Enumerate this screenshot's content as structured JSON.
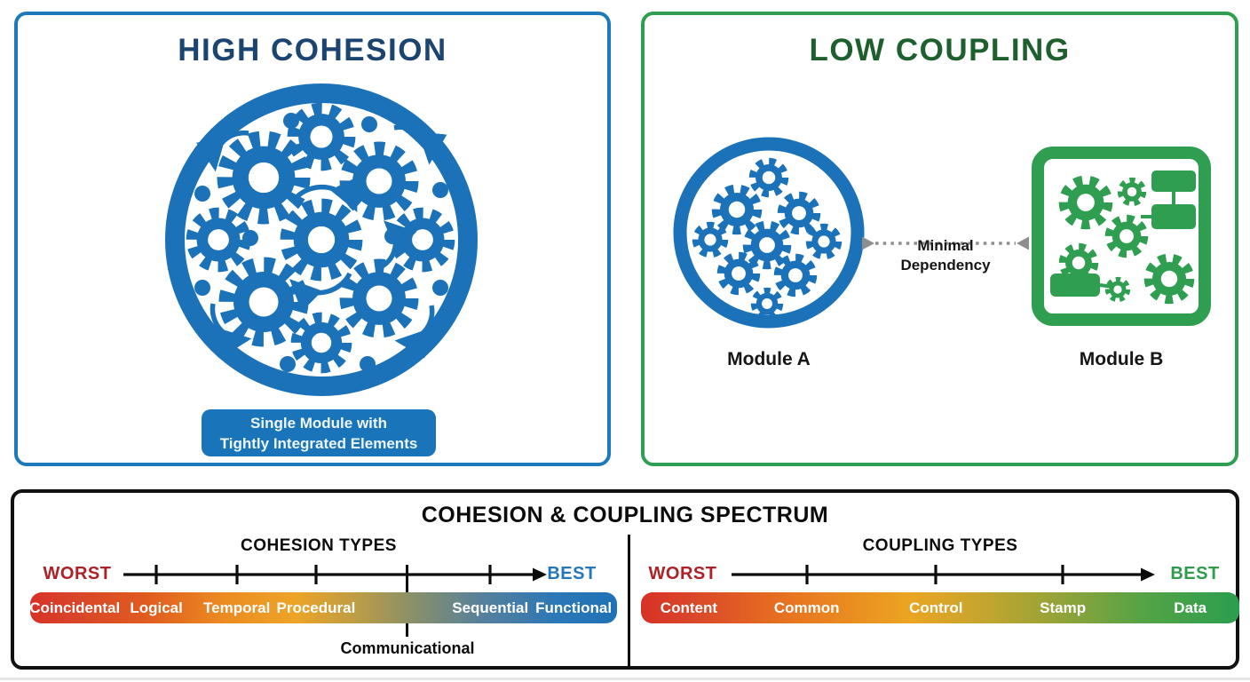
{
  "high_cohesion": {
    "title": "HIGH COHESION",
    "caption": {
      "line1": "Single Module with",
      "line2": "Tightly Integrated Elements"
    }
  },
  "low_coupling": {
    "title": "LOW COUPLING",
    "module_a_label": "Module A",
    "module_b_label": "Module B",
    "dependency_label": {
      "line1": "Minimal",
      "line2": "Dependency"
    }
  },
  "spectrum": {
    "title": "COHESION & COUPLING SPECTRUM",
    "cohesion": {
      "heading": "COHESION TYPES",
      "worst": "WORST",
      "best": "BEST",
      "bar_labels": [
        "Coincidental",
        "Logical",
        "Temporal",
        "Procedural",
        "Sequential",
        "Functional"
      ],
      "below_label": "Communicational"
    },
    "coupling": {
      "heading": "COUPLING TYPES",
      "worst": "WORST",
      "best": "BEST",
      "bar_labels": [
        "Content",
        "Common",
        "Control",
        "Stamp",
        "Data"
      ]
    }
  },
  "colors": {
    "module_blue": "#1b72b8",
    "title_navy": "#1b4470",
    "module_green": "#2f9e50",
    "title_green": "#1e5f2e",
    "worst_red": "#ae2127",
    "best_blue": "#2477bb",
    "best_green": "#2f9c4c",
    "dependency_arrow_gray": "#8e8e8e"
  }
}
